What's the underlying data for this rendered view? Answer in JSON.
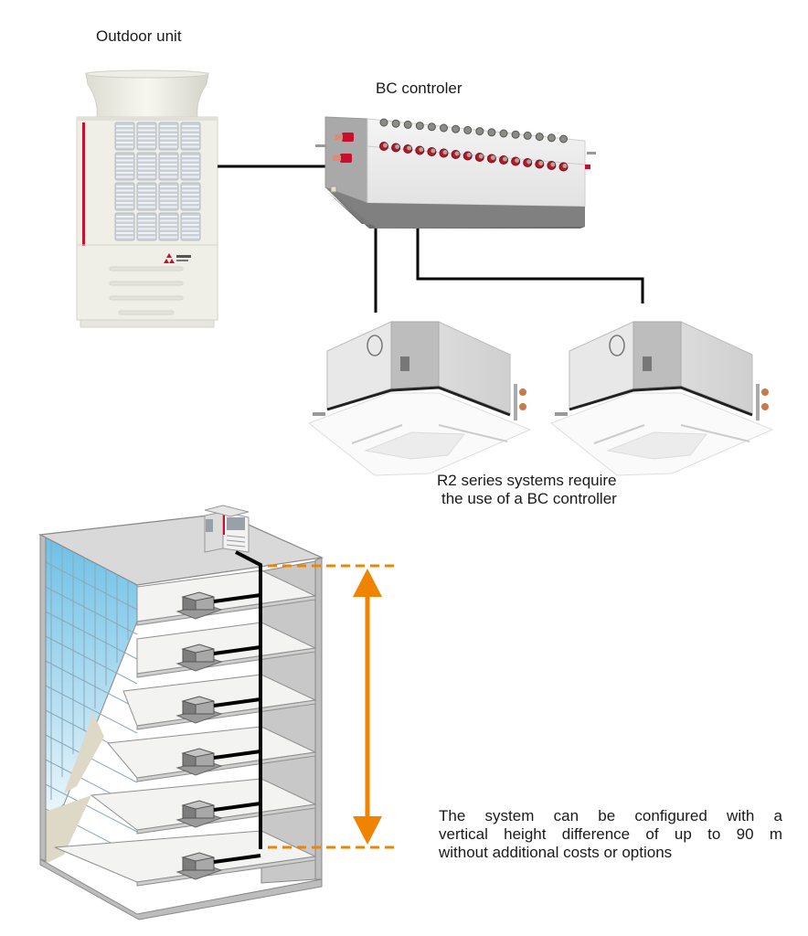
{
  "labels": {
    "outdoor_unit": "Outdoor unit",
    "bc_controller": "BC controler"
  },
  "notes": {
    "r2_requirement": [
      "R2 series systems require",
      "the use of a BC controller"
    ],
    "height_difference": [
      "The system can be configured with a",
      "vertical height difference of up to 90 m",
      "without additional costs or options"
    ]
  },
  "diagram": {
    "indoor_unit_count_top": 2,
    "building_floor_count": 6,
    "max_vertical_height": "90 m",
    "colors": {
      "pipe": "#000000",
      "height_arrow": "#f08300",
      "glass": "#7cc8e8",
      "building_wall": "#d9d9d9",
      "accent_red": "#c8102e"
    }
  }
}
